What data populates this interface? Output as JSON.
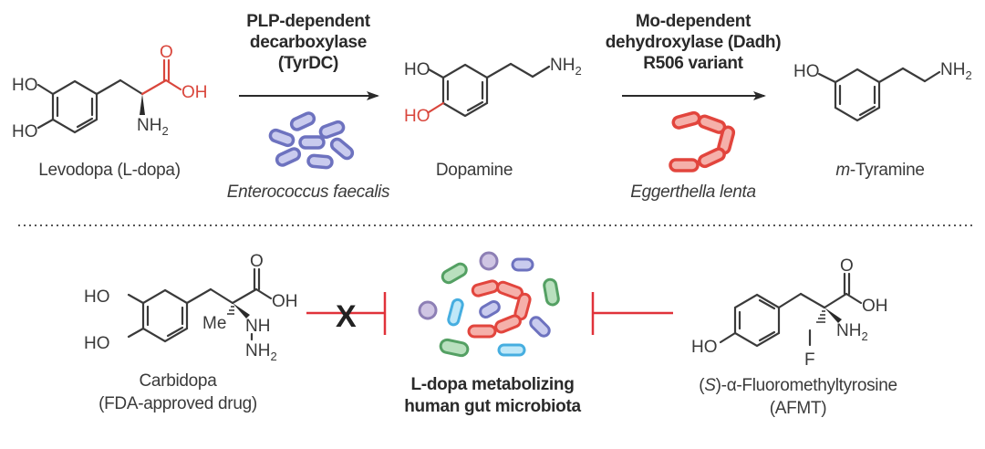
{
  "top_pathway": {
    "compounds": [
      {
        "name": "Levodopa (L-dopa)",
        "atoms": {
          "ho1": "HO",
          "ho2": "HO",
          "o": "O",
          "oh": "OH",
          "nh2": "NH",
          "sub2": "2"
        }
      },
      {
        "name": "Dopamine",
        "atoms": {
          "ho1": "HO",
          "ho2": "HO",
          "nh2": "NH",
          "sub2": "2"
        }
      },
      {
        "name_prefix": "m",
        "name_suffix": "-Tyramine",
        "atoms": {
          "ho": "HO",
          "nh2": "NH",
          "sub2": "2"
        }
      }
    ],
    "step1": {
      "enzyme_lines": [
        "PLP-dependent",
        "decarboxylase",
        "(TyrDC)"
      ],
      "organism": "Enterococcus faecalis"
    },
    "step2": {
      "enzyme_lines": [
        "Mo-dependent",
        "dehydroxylase (Dadh)",
        "R506 variant"
      ],
      "organism": "Eggerthella lenta"
    }
  },
  "bottom_inhibition": {
    "left_inhibitor": {
      "name_lines": [
        "Carbidopa",
        "(FDA-approved drug)"
      ],
      "atoms": {
        "ho1": "HO",
        "ho2": "HO",
        "o": "O",
        "oh": "OH",
        "me": "Me",
        "nh": "NH",
        "nh2": "NH",
        "sub2": "2"
      },
      "blocked_mark": "X"
    },
    "center": {
      "label_lines": [
        "L-dopa metabolizing",
        "human gut microbiota"
      ]
    },
    "right_inhibitor": {
      "name_lines": [
        "(S)-α-Fluoromethyltyrosine",
        "(AFMT)"
      ],
      "name_italic": "S",
      "name_rest": "-α-Fluoromethyltyrosine",
      "atoms": {
        "ho": "HO",
        "o": "O",
        "oh": "OH",
        "nh2": "NH",
        "sub2": "2",
        "f": "F"
      }
    }
  },
  "colors": {
    "accent_red": "#d9463c",
    "inhibition_red": "#e0323a",
    "faecalis_blue": "#7b80c4",
    "lenta_red": "#e2564d",
    "green": "#63ad6e",
    "cyan": "#58b8e0",
    "purple": "#a89ac4"
  }
}
